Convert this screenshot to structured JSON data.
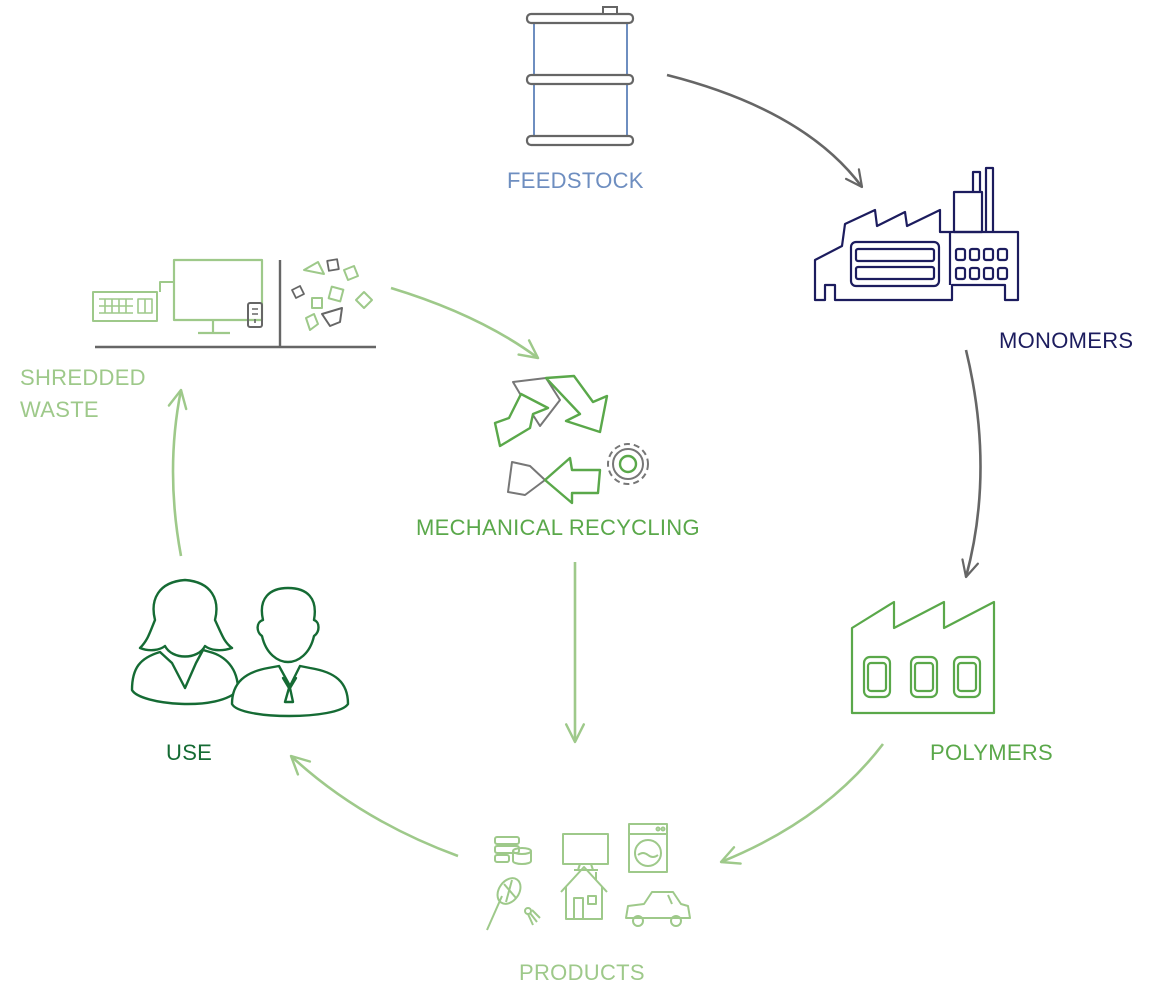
{
  "colors": {
    "feedstock": "#6e8ec0",
    "monomers": "#1c1c5e",
    "polymers": "#5aa84a",
    "products": "#9ec98a",
    "use": "#156b34",
    "shredded": "#9ec98a",
    "recycling": "#5aa84a",
    "arrow_dark": "#666666",
    "arrow_light": "#9ec98a",
    "gray_icon": "#777777"
  },
  "nodes": {
    "feedstock": {
      "label": "FEEDSTOCK",
      "icon": "barrel-icon"
    },
    "monomers": {
      "label": "MONOMERS",
      "icon": "chemical-plant-icon"
    },
    "polymers": {
      "label": "POLYMERS",
      "icon": "factory-icon"
    },
    "products": {
      "label": "PRODUCTS",
      "icon": "products-icon"
    },
    "use": {
      "label": "USE",
      "icon": "people-icon"
    },
    "shredded": {
      "label_line1": "SHREDDED",
      "label_line2": "WASTE",
      "icon": "electronics-waste-icon"
    },
    "recycling": {
      "label": "MECHANICAL RECYCLING",
      "icon": "recycling-gear-icon"
    }
  }
}
